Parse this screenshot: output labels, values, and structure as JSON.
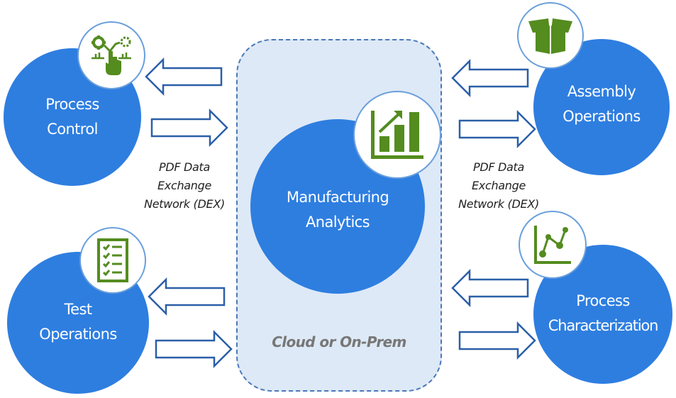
{
  "diagram": {
    "center": {
      "title_line1": "Manufacturing",
      "title_line2": "Analytics",
      "icon": "bar-chart-growth-icon",
      "container_label": "Cloud or On-Prem"
    },
    "nodes": [
      {
        "id": "process-control",
        "line1": "Process",
        "line2": "Control",
        "icon": "gear-touch-control-icon",
        "position": "top-left"
      },
      {
        "id": "assembly-operations",
        "line1": "Assembly",
        "line2": "Operations",
        "icon": "open-box-icon",
        "position": "top-right"
      },
      {
        "id": "test-operations",
        "line1": "Test",
        "line2": "Operations",
        "icon": "checklist-icon",
        "position": "bottom-left"
      },
      {
        "id": "process-characterization",
        "line1": "Process",
        "line2": "Characterization",
        "icon": "line-chart-icon",
        "position": "bottom-right"
      }
    ],
    "connector_labels": {
      "left": {
        "line1": "PDF Data",
        "line2": "Exchange",
        "line3": "Network (DEX)"
      },
      "right": {
        "line1": "PDF Data",
        "line2": "Exchange",
        "line3": "Network (DEX)"
      }
    },
    "colors": {
      "node_fill": "#2e7ee0",
      "container_fill": "#dde9f6",
      "container_border": "#4a78b8",
      "arrow_stroke": "#2a5fa8",
      "icon_green": "#548c1f",
      "label_gray": "#777777"
    }
  }
}
